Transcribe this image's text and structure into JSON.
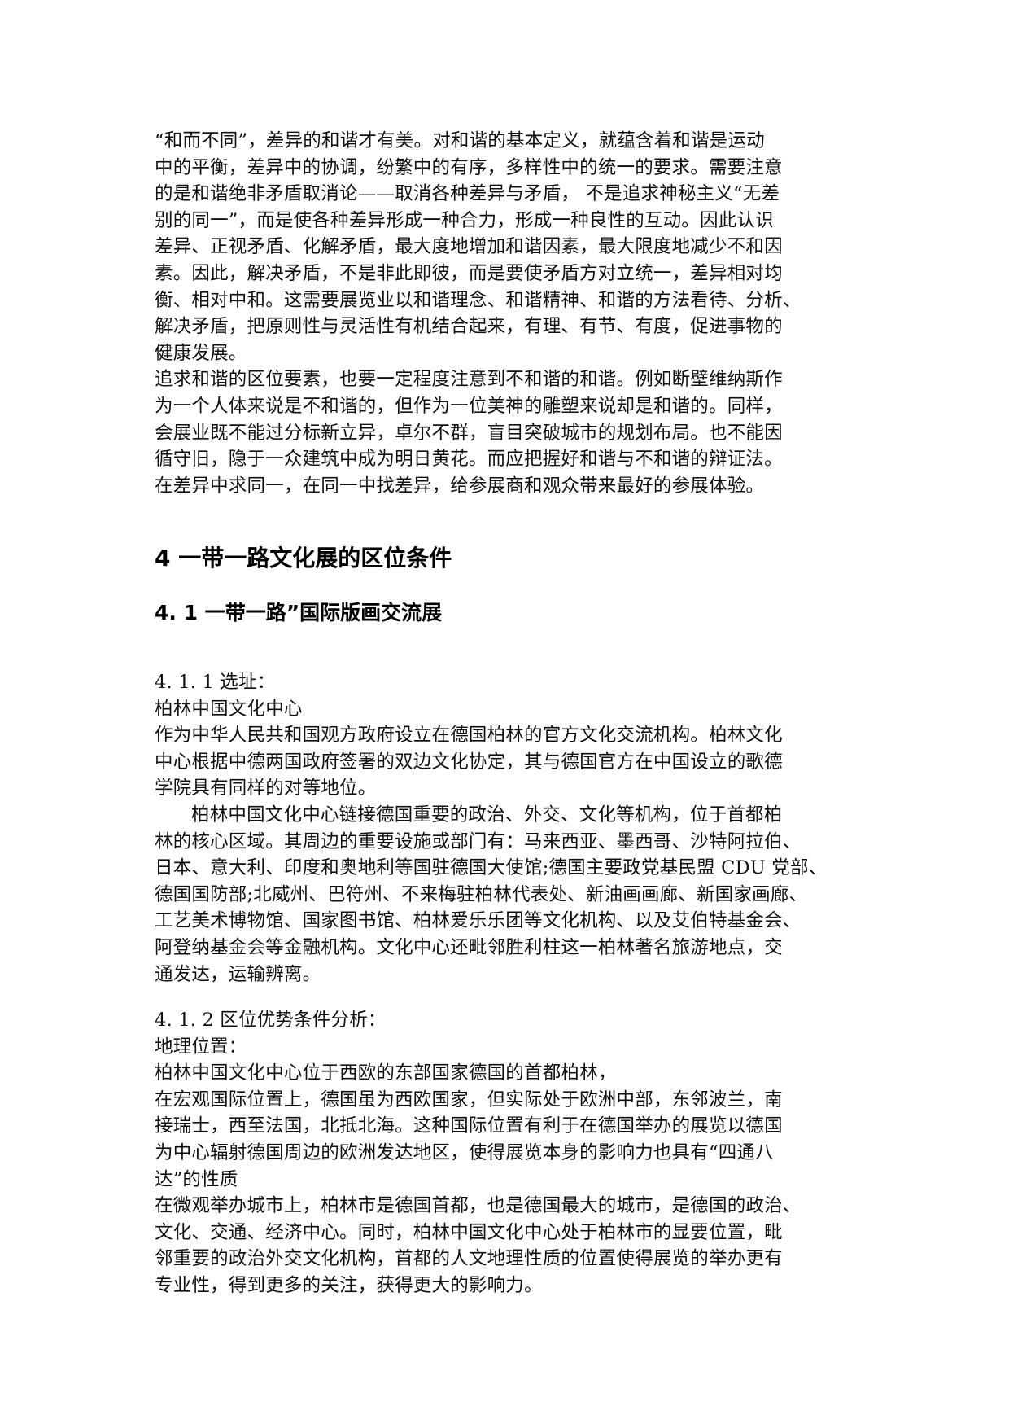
{
  "section_intro": {
    "lines": [
      "“和而不同”，差异的和谐才有美。对和谐的基本定义，就蕴含着和谐是运动",
      "中的平衡，差异中的协调，纷繁中的有序，多样性中的统一的要求。需要注意",
      "的是和谐绝非矛盾取消论——取消各种差异与矛盾， 不是追求神秘主义“无差",
      "别的同一”，而是使各种差异形成一种合力，形成一种良性的互动。因此认识",
      "差异、正视矛盾、化解矛盾，最大度地增加和谐因素，最大限度地减少不和因",
      "素。因此，解决矛盾，不是非此即彼，而是要使矛盾方对立统一，差异相对均",
      "衡、相对中和。这需要展览业以和谐理念、和谐精神、和谐的方法看待、分析、",
      "解决矛盾，把原则性与灵活性有机结合起来，有理、有节、有度，促进事物的",
      "健康发展。",
      "追求和谐的区位要素，也要一定程度注意到不和谐的和谐。例如断壁维纳斯作",
      "为一个人体来说是不和谐的，但作为一位美神的雕塑来说却是和谐的。同样，",
      "会展业既不能过分标新立异，卓尔不群，盲目突破城市的规划布局。也不能因",
      "循守旧，隐于一众建筑中成为明日黄花。而应把握好和谐与不和谐的辩证法。",
      "在差异中求同一，在同一中找差异，给参展商和观众带来最好的参展体验。"
    ]
  },
  "heading_1": "4 一带一路文化展的区位条件",
  "heading_2": "4. 1 一带一路”国际版画交流展",
  "section_4_1_1": {
    "title": "4. 1. 1 选址：",
    "subtitle": "柏林中国文化中心",
    "para1": [
      "作为中华人民共和国观方政府设立在德国柏林的官方文化交流机构。柏林文化",
      "中心根据中德两国政府签署的双边文化协定，其与德国官方在中国设立的歌德",
      "学院具有同样的对等地位。"
    ],
    "para2": [
      "柏林中国文化中心链接德国重要的政治、外交、文化等机构，位于首都柏",
      "林的核心区域。其周边的重要设施或部门有：马来西亚、墨西哥、沙特阿拉伯、",
      "日本、意大利、印度和奥地利等国驻德国大使馆;德国主要政党基民盟 CDU 党部、",
      "德国国防部;北威州、巴符州、不来梅驻柏林代表处、新油画画廊、新国家画廊、",
      "工艺美术博物馆、国家图书馆、柏林爱乐乐团等文化机构、以及艾伯特基金会、",
      "阿登纳基金会等金融机构。文化中心还毗邻胜利柱这一柏林著名旅游地点，交",
      "通发达，运输辨离。"
    ]
  },
  "section_4_1_2": {
    "title": "4. 1. 2 区位优势条件分析：",
    "subtitle": "地理位置：",
    "lines": [
      "柏林中国文化中心位于西欧的东部国家德国的首都柏林，",
      "在宏观国际位置上，德国虽为西欧国家，但实际处于欧洲中部，东邻波兰，南",
      "接瑞士，西至法国，北抵北海。这种国际位置有利于在德国举办的展览以德国",
      "为中心辐射德国周边的欧洲发达地区，使得展览本身的影响力也具有“四通八",
      "达”的性质",
      "在微观举办城市上，柏林市是德国首都，也是德国最大的城市，是德国的政治、",
      "文化、交通、经济中心。同时，柏林中国文化中心处于柏林市的显要位置，毗",
      "邻重要的政治外交文化机构，首都的人文地理性质的位置使得展览的举办更有",
      "专业性，得到更多的关注，获得更大的影响力。"
    ]
  }
}
